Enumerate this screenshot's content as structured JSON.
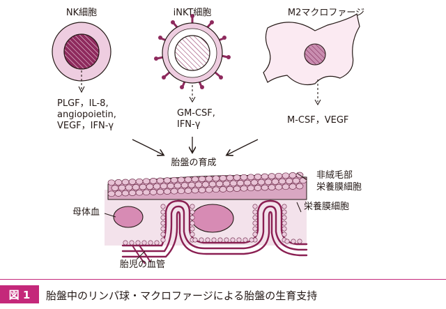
{
  "cells": {
    "nk": {
      "title": "NK細胞",
      "factors": "PLGF，IL-8,\nangiopoietin,\nVEGF，IFN-γ"
    },
    "inkt": {
      "title": "iNKT細胞",
      "factors": "GM-CSF,\nIFN-γ"
    },
    "m2": {
      "title": "M2マクロファージ",
      "factors": "M-CSF，VEGF"
    }
  },
  "placenta": {
    "title": "胎盤の育成",
    "syncytio_label": "非絨毛部\n栄養膜細胞",
    "trophoblast_label": "栄養膜細胞",
    "maternal_blood_label": "母体血",
    "fetal_vessel_label": "胎児の血管"
  },
  "caption": {
    "figure_label": "図 1",
    "text": "胎盤中のリンパ球・マクロファージによる胎盤の生育支持"
  },
  "colors": {
    "accent": "#c4287a",
    "cell_body": "#eecde0",
    "nucleus": "#8e2a5d",
    "vessel": "#8a1f52",
    "villus_fill": "#f5e4ed",
    "maternal_blood": "#d78bb4"
  }
}
